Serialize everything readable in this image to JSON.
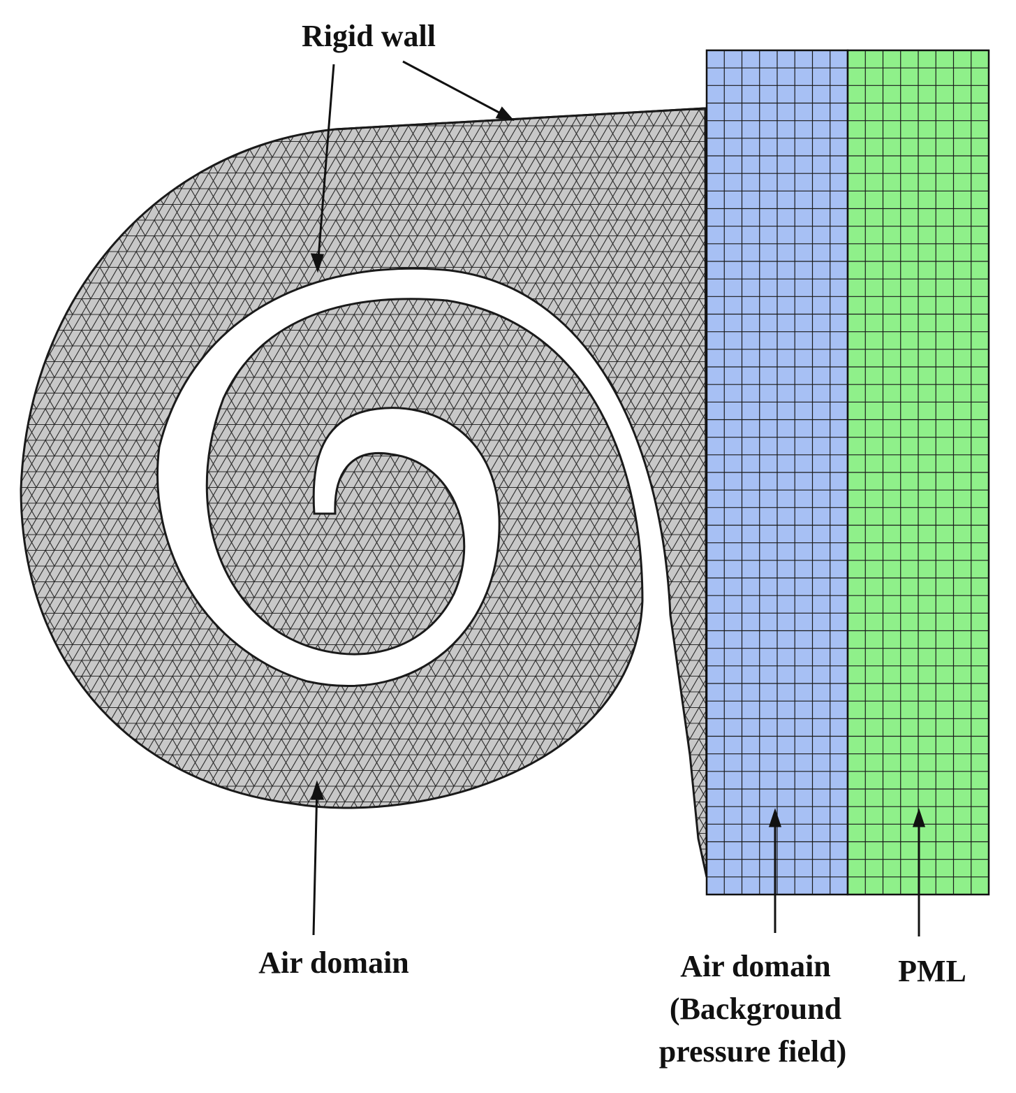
{
  "labels": {
    "rigid_wall": "Rigid wall",
    "air_domain_left": "Air domain",
    "air_domain_bg_line1": "Air domain",
    "air_domain_bg_line2": "(Background",
    "air_domain_bg_line3": "pressure field)",
    "pml": "PML"
  },
  "colors": {
    "mesh_fill": "#c8c8c8",
    "mesh_line": "#2a2a2a",
    "background_field": "#a7c0f4",
    "pml": "#8ff08a",
    "grid_line": "#1a1a1a",
    "arrow": "#111111"
  }
}
